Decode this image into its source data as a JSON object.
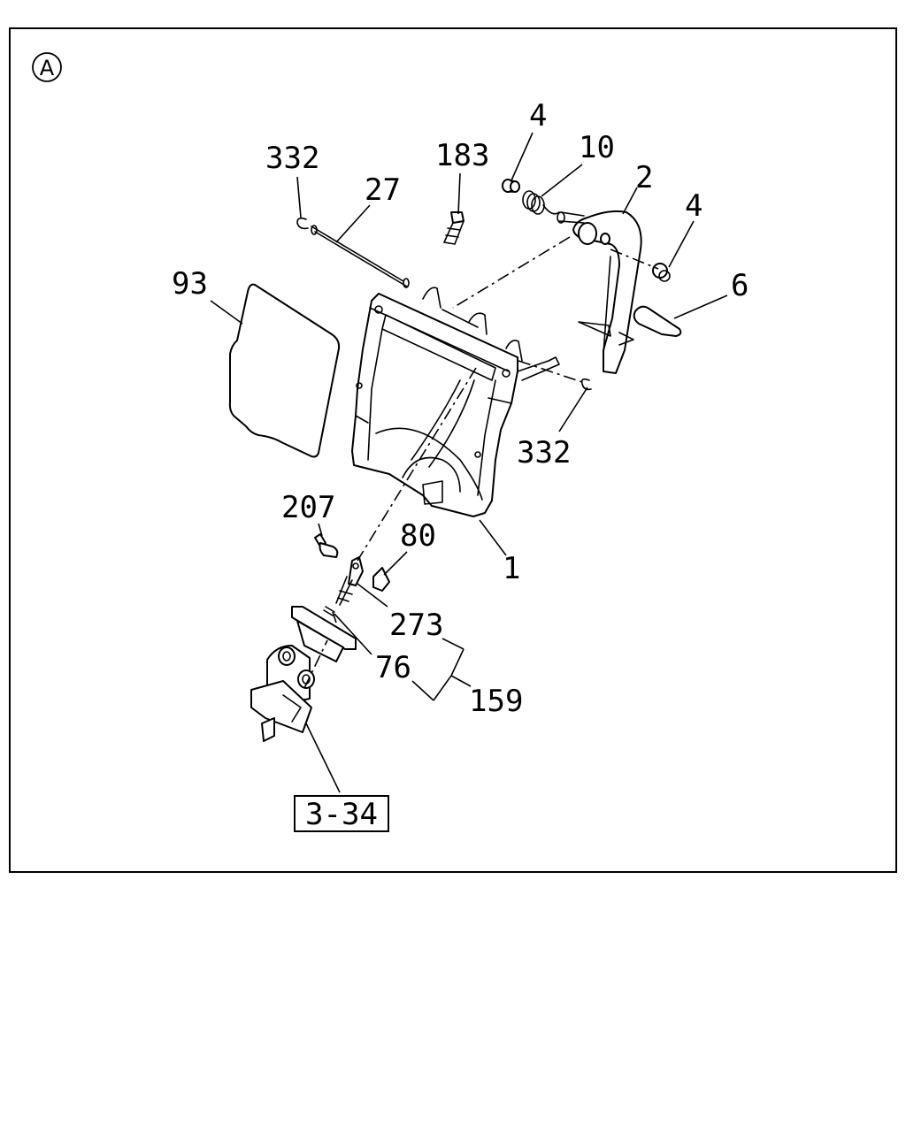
{
  "section_marker": "A",
  "callouts": {
    "c332_top": "332",
    "c27": "27",
    "c183": "183",
    "c4_top": "4",
    "c10": "10",
    "c2": "2",
    "c4_right": "4",
    "c6": "6",
    "c93": "93",
    "c332_mid": "332",
    "c207": "207",
    "c80": "80",
    "c1": "1",
    "c273": "273",
    "c76": "76",
    "c159": "159"
  },
  "reference_box": "3-34"
}
